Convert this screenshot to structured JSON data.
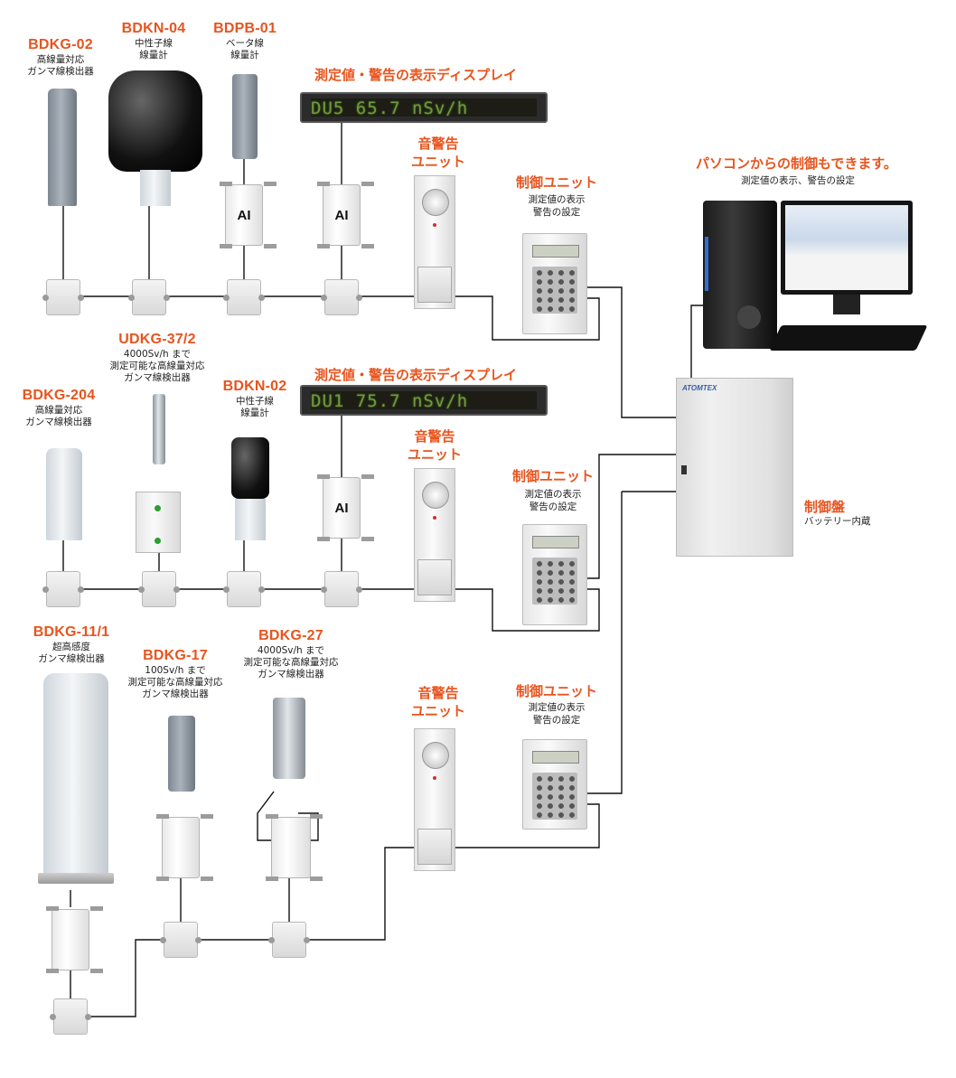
{
  "detectors": {
    "bdkg02": {
      "name": "BDKG-02",
      "desc1": "高線量対応",
      "desc2": "ガンマ線検出器"
    },
    "bdkn04": {
      "name": "BDKN-04",
      "desc1": "中性子線",
      "desc2": "線量計"
    },
    "bdpb01": {
      "name": "BDPB-01",
      "desc1": "ベータ線",
      "desc2": "線量計"
    },
    "udkg372": {
      "name": "UDKG-37/2",
      "desc1": "4000Sv/h まで",
      "desc2": "測定可能な高線量対応",
      "desc3": "ガンマ線検出器"
    },
    "bdkg204": {
      "name": "BDKG-204",
      "desc1": "高線量対応",
      "desc2": "ガンマ線検出器"
    },
    "bdkn02": {
      "name": "BDKN-02",
      "desc1": "中性子線",
      "desc2": "線量計"
    },
    "bdkg111": {
      "name": "BDKG-11/1",
      "desc1": "超高感度",
      "desc2": "ガンマ線検出器"
    },
    "bdkg17": {
      "name": "BDKG-17",
      "desc1": "100Sv/h まで",
      "desc2": "測定可能な高線量対応",
      "desc3": "ガンマ線検出器"
    },
    "bdkg27": {
      "name": "BDKG-27",
      "desc1": "4000Sv/h まで",
      "desc2": "測定可能な高線量対応",
      "desc3": "ガンマ線検出器"
    }
  },
  "ai_label": "AI",
  "display_title": "測定値・警告の表示ディスプレイ",
  "display1_text": "DU5 65.7 nSv/h",
  "display2_text": "DU1 75.7 nSv/h",
  "alarm_title_line1": "音警告",
  "alarm_title_line2": "ユニット",
  "control_title": "制御ユニット",
  "control_desc1": "測定値の表示",
  "control_desc2": "警告の設定",
  "pc": {
    "title": "パソコンからの制御もできます。",
    "desc": "測定値の表示、警告の設定"
  },
  "panel": {
    "title": "制御盤",
    "desc": "バッテリー内蔵",
    "brand": "ATOMTEX"
  },
  "colors": {
    "accent": "#e8541e",
    "wire": "#111111"
  }
}
